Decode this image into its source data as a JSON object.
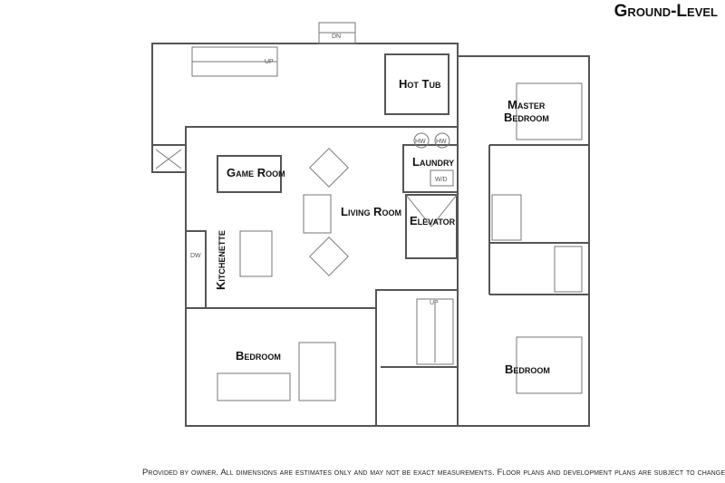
{
  "title": "Ground-Level",
  "rooms": {
    "hot_tub": "Hot Tub",
    "master_bedroom_1": "Master",
    "master_bedroom_2": "Bedroom",
    "game_room": "Game Room",
    "laundry": "Laundry",
    "washer_dryer": "W/D",
    "living_room": "Living Room",
    "elevator": "Elevator",
    "kitchenette": "Kitchenette",
    "dishwasher": "DW",
    "bedroom_left": "Bedroom",
    "bedroom_right": "Bedroom",
    "water_heater_1": "HW",
    "water_heater_2": "HW"
  },
  "stairs": {
    "top_dn": "DN",
    "left_up": "UP",
    "center_up": "UP"
  },
  "footer": "Provided by owner. All dimensions are estimates only and may not be exact measurements. Floor plans and development plans are subject to change."
}
